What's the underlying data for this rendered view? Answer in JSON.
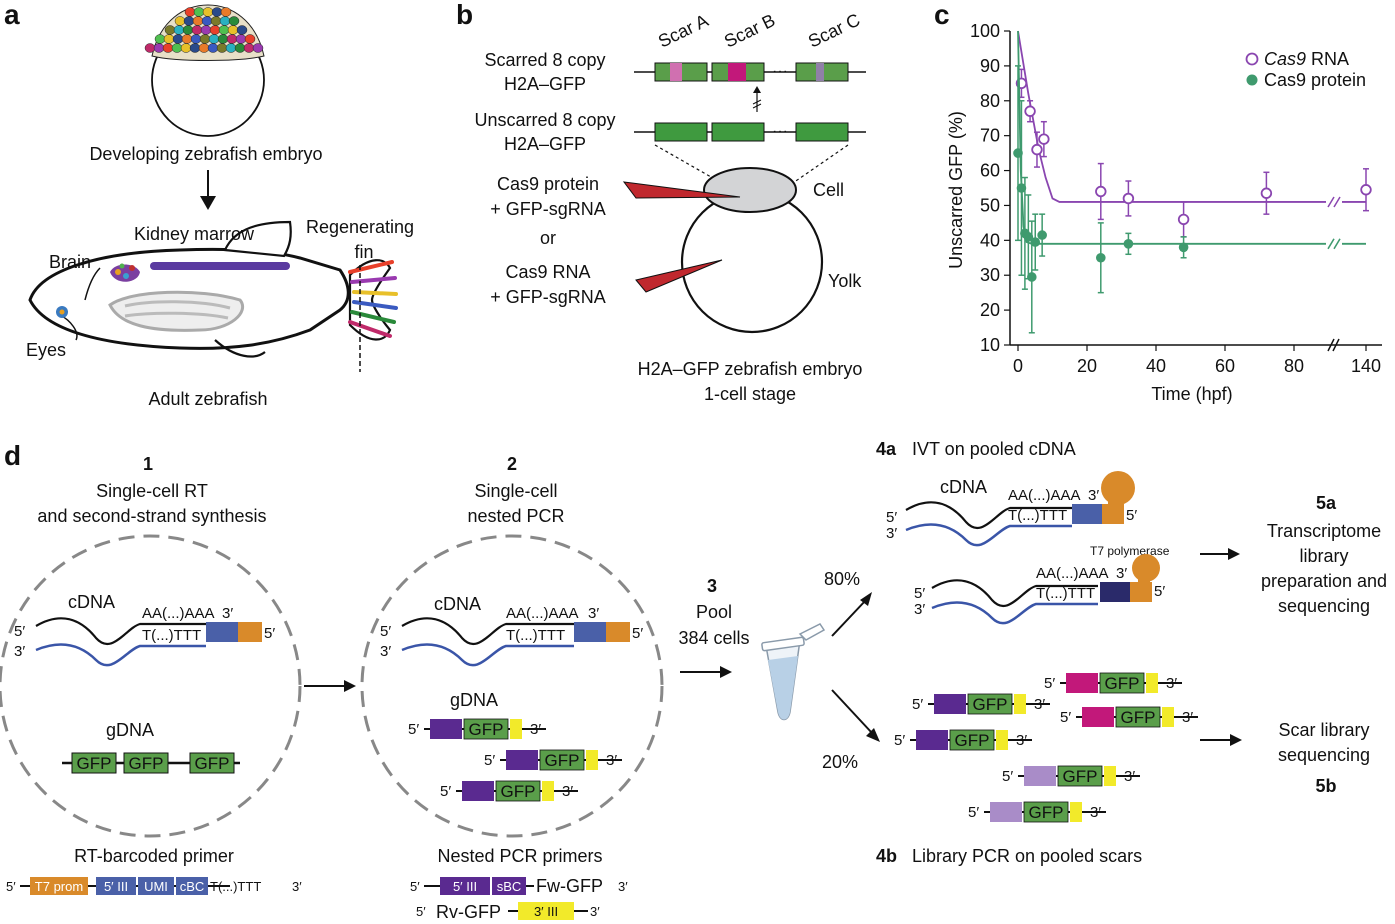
{
  "panels": {
    "a": "a",
    "b": "b",
    "c": "c",
    "d": "d"
  },
  "colors": {
    "green": "#5a9e4a",
    "purple": "#7b3fa0",
    "blue": "#4a60a8",
    "orange": "#d98a2a",
    "yellow": "#f2ea2a",
    "magenta": "#c2187a",
    "lavender": "#a98cc8",
    "navy": "#2a2a6a",
    "red": "#c0282e",
    "cellgray": "#d3d4d6",
    "cas9rna": "#8a46b0",
    "cas9protein": "#3f9a6e"
  },
  "panel_a": {
    "embryo_caption": "Developing zebrafish embryo",
    "kidney": "Kidney marrow",
    "regen1": "Regenerating",
    "regen2": "fin",
    "brain": "Brain",
    "eyes": "Eyes",
    "adult": "Adult zebrafish"
  },
  "panel_b": {
    "scars": [
      "Scar A",
      "Scar B",
      "Scar C"
    ],
    "scarred1": "Scarred 8 copy",
    "scarred2": "H2A–GFP",
    "unscarred1": "Unscarred 8 copy",
    "unscarred2": "H2A–GFP",
    "dots": "···",
    "protein1": "Cas9 protein",
    "protein2": "+ GFP-sgRNA",
    "or": "or",
    "rna1": "Cas9 RNA",
    "rna2": "+ GFP-sgRNA",
    "cell": "Cell",
    "yolk": "Yolk",
    "caption1": "H2A–GFP zebrafish embryo",
    "caption2": "1-cell stage"
  },
  "chart_data": {
    "type": "scatter",
    "xlabel": "Time (hpf)",
    "ylabel": "Unscarred GFP (%)",
    "ylim": [
      10,
      100
    ],
    "xticks": [
      "0",
      "20",
      "40",
      "60",
      "80",
      "140"
    ],
    "yticks": [
      "10",
      "20",
      "30",
      "40",
      "50",
      "60",
      "70",
      "80",
      "90",
      "100"
    ],
    "axis_break": "x between 80 and 140",
    "legend_position": "top-right",
    "series": [
      {
        "name": "Cas9",
        "name_suffix": " RNA",
        "marker": "open-circle",
        "x": [
          1,
          3.5,
          5.5,
          7.5,
          24,
          32,
          48,
          72,
          140
        ],
        "y": [
          85,
          77,
          66,
          69,
          54,
          52,
          46,
          53.5,
          54.5
        ],
        "err": [
          4,
          3,
          5,
          5,
          8,
          5,
          5,
          6,
          6
        ],
        "fit": [
          [
            0,
            100
          ],
          [
            3,
            82
          ],
          [
            6,
            66
          ],
          [
            8,
            58
          ],
          [
            10,
            52
          ],
          [
            12,
            51
          ],
          [
            140,
            51
          ]
        ]
      },
      {
        "name": "Cas9 protein",
        "marker": "filled-circle",
        "x": [
          0,
          1,
          2,
          3,
          4,
          5,
          7,
          24,
          32,
          48
        ],
        "y": [
          65,
          55,
          42,
          41,
          29.5,
          39.5,
          41.5,
          35,
          39,
          38
        ],
        "err": [
          25,
          25,
          16,
          12,
          16,
          8,
          6,
          10,
          3,
          3
        ],
        "fit": [
          [
            0,
            100
          ],
          [
            0.8,
            60
          ],
          [
            1.6,
            44
          ],
          [
            2.5,
            39.5
          ],
          [
            4,
            39
          ],
          [
            140,
            39
          ]
        ]
      }
    ]
  },
  "panel_d": {
    "s1_num": "1",
    "s1_l1": "Single-cell RT",
    "s1_l2": "and second-strand synthesis",
    "s2_num": "2",
    "s2_l1": "Single-cell",
    "s2_l2": "nested PCR",
    "cdna": "cDNA",
    "gdna": "gDNA",
    "polya": "AA(...)AAA",
    "polyt": "T(...)TTT",
    "p5": "5′",
    "p3": "3′",
    "gfp": "GFP",
    "rt_primer": "RT-barcoded primer",
    "t7prom": "T7 prom",
    "fiveIII": "5′ III",
    "umi": "UMI",
    "cbc": "cBC",
    "nested": "Nested PCR primers",
    "sbc": "sBC",
    "fwgfp": "Fw-GFP",
    "rvgfp": "Rv-GFP",
    "threeIII": "3′ III",
    "s3_num": "3",
    "pool": "Pool",
    "cells384": "384 cells",
    "pct80": "80%",
    "pct20": "20%",
    "s4a_num": "4a",
    "s4a_text": "IVT on pooled cDNA",
    "t7pol": "T7 polymerase",
    "s5a_num": "5a",
    "s5a_l1": "Transcriptome",
    "s5a_l2": "library",
    "s5a_l3": "preparation and",
    "s5a_l4": "sequencing",
    "s4b_num": "4b",
    "s4b_text": "Library PCR on pooled scars",
    "s5b_l1": "Scar library",
    "s5b_l2": "sequencing",
    "s5b_num": "5b"
  }
}
